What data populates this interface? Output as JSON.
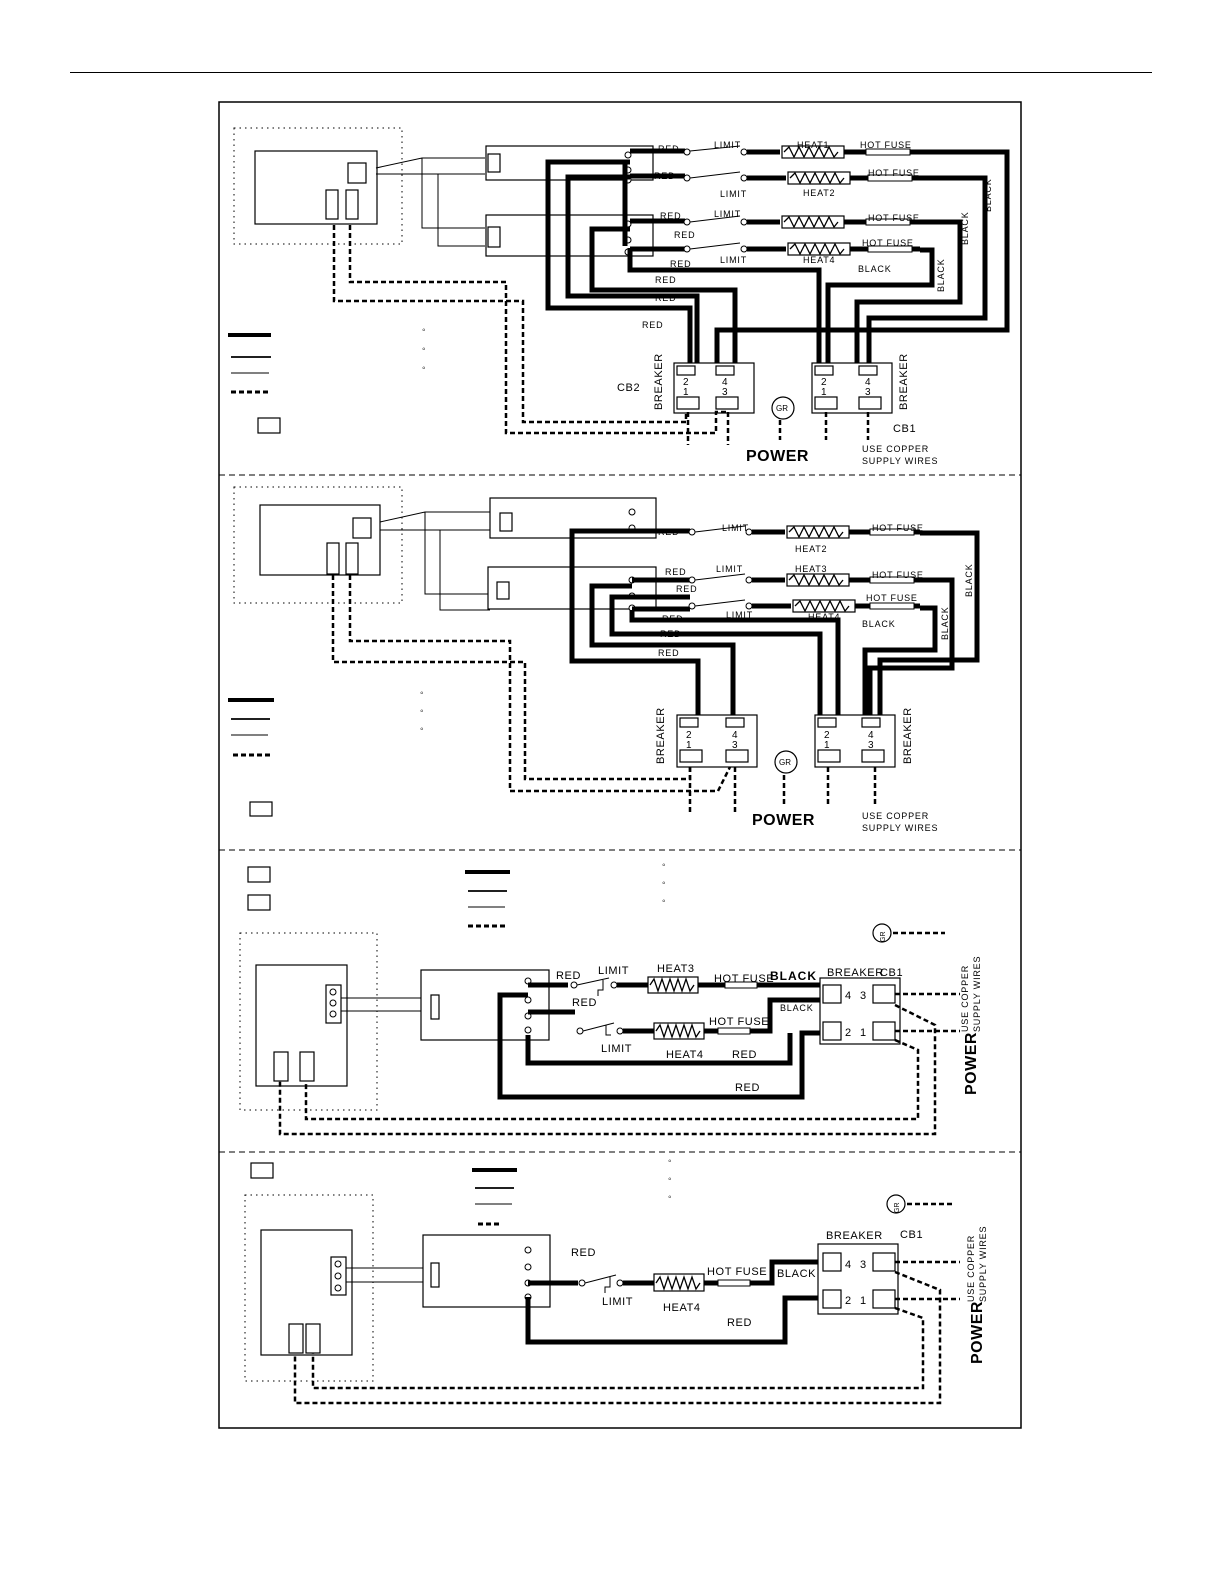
{
  "labels": {
    "red": "RED",
    "black": "BLACK",
    "limit": "LIMIT",
    "hot_fuse": "HOT FUSE",
    "heat1": "HEAT1",
    "heat2": "HEAT2",
    "heat3": "HEAT3",
    "heat4": "HEAT4",
    "breaker": "BREAKER",
    "cb1": "CB1",
    "cb2": "CB2",
    "power": "POWER",
    "gr": "GR",
    "copper_line1": "USE COPPER",
    "copper_line2": "SUPPLY WIRES",
    "t1": "1",
    "t2": "2",
    "t3": "3",
    "t4": "4",
    "dot": "◦"
  }
}
